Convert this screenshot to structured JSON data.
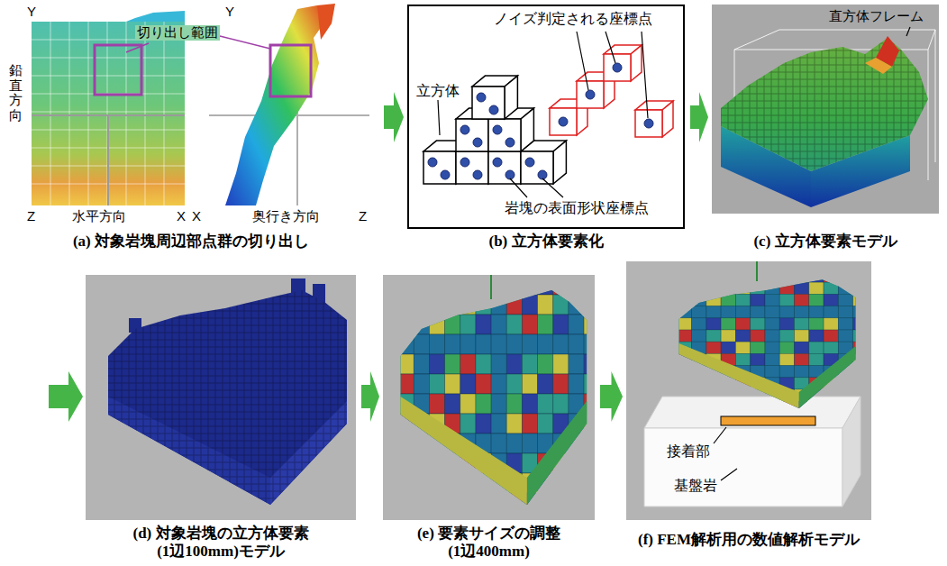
{
  "diagram": {
    "nodes": [
      {
        "text": [
          "(a) 対象岩塊周辺部点群の切り出し",
          "切り出し範囲",
          "鉛直方向",
          "水平方向",
          "奥行き方向",
          "Y",
          "Z",
          "X",
          "X",
          "Y",
          "Z"
        ]
      },
      {
        "text": [
          "(b) 立方体要素化",
          "ノイズ判定される座標点",
          "立方体",
          "岩塊の表面形状座標点"
        ]
      },
      {
        "text": [
          "(c) 立方体要素モデル",
          "直方体フレーム"
        ]
      },
      {
        "text": [
          "(d) 対象岩塊の立方体要素 (1辺100mm)モデル"
        ]
      },
      {
        "text": [
          "(e) 要素サイズの調整 (1辺400mm)"
        ]
      },
      {
        "text": [
          "(f) FEM解析用の数値解析モデル",
          "接着部",
          "基盤岩"
        ]
      }
    ],
    "edges": [
      {
        "from": 0,
        "to": 1,
        "arrow": "to"
      },
      {
        "from": 1,
        "to": 2,
        "arrow": "to"
      },
      {
        "from": 2,
        "to": 3,
        "arrow": "to"
      },
      {
        "from": 3,
        "to": 4,
        "arrow": "to"
      },
      {
        "from": 4,
        "to": 5,
        "arrow": "to"
      }
    ]
  }
}
